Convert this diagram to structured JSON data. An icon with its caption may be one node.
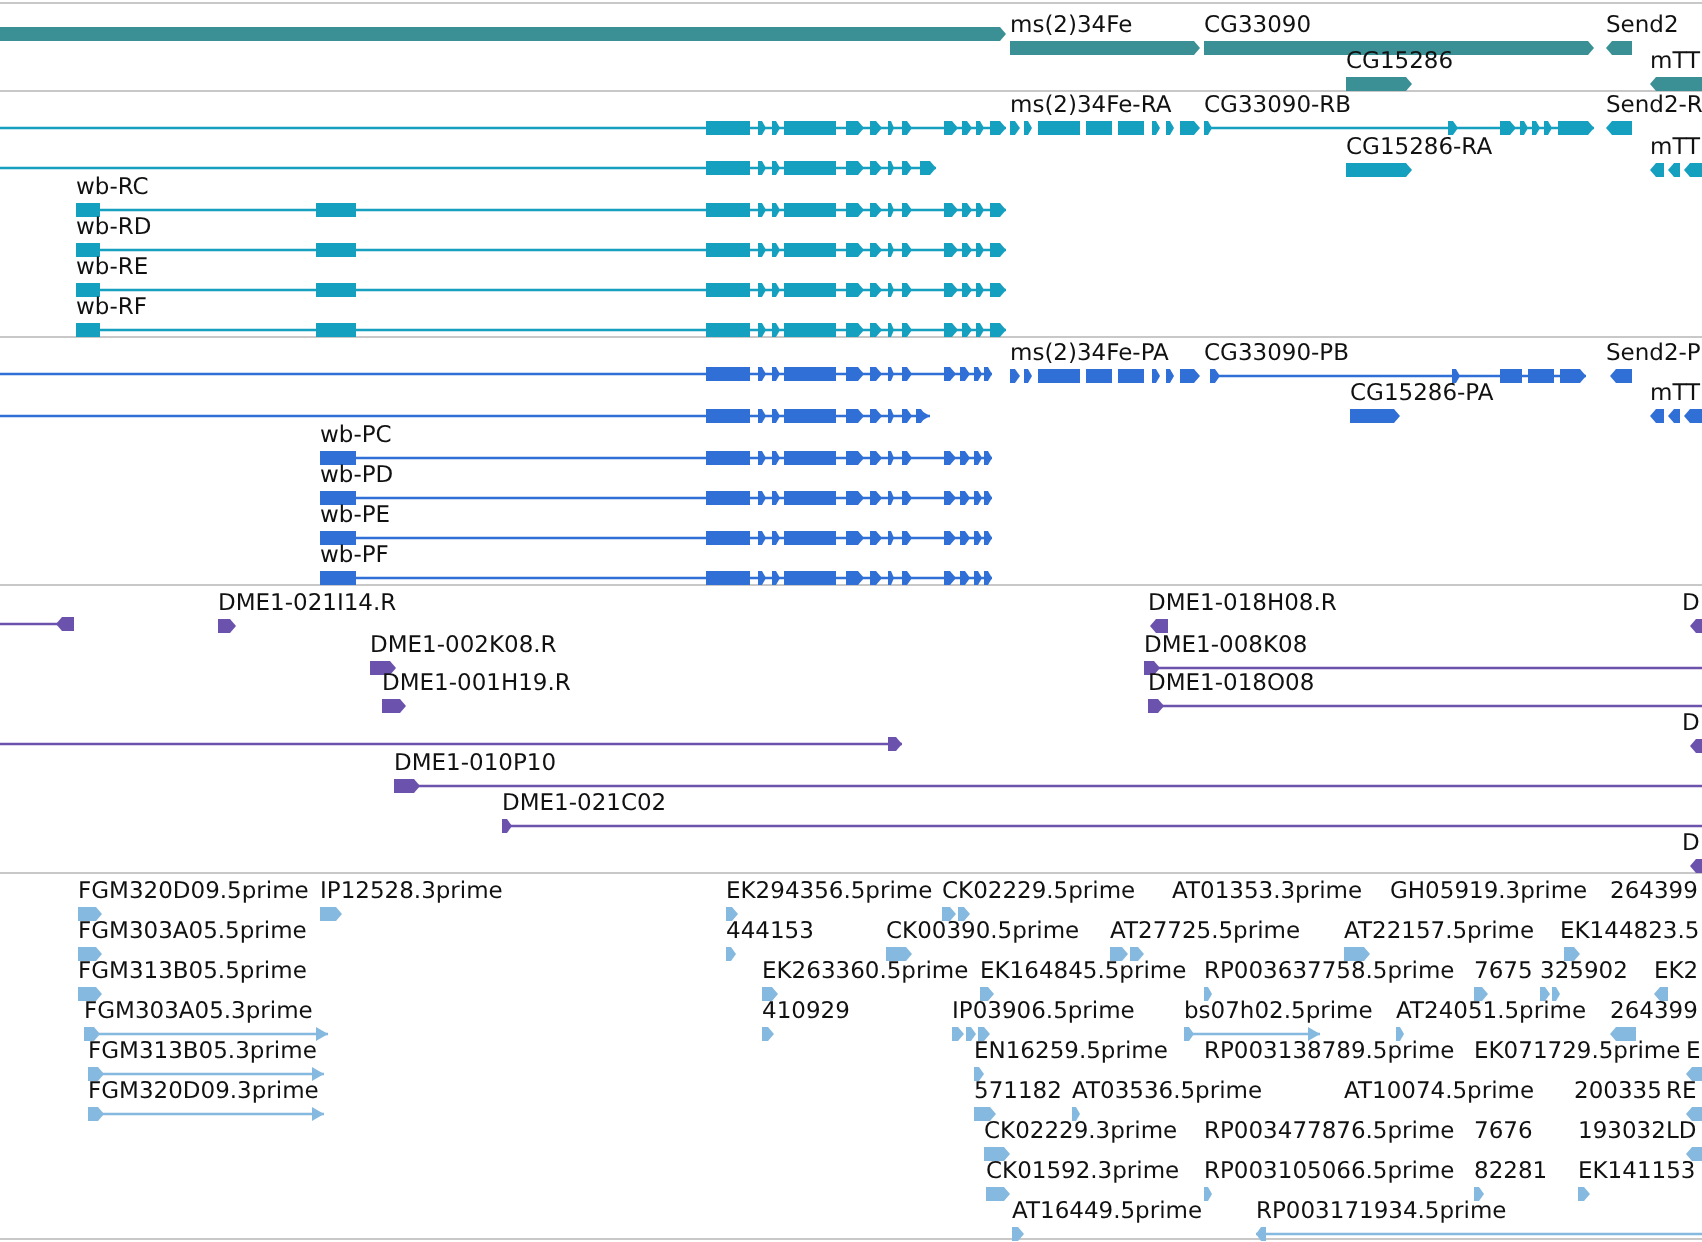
{
  "diagram": {
    "nodes": [
      {
        "text": [],
        "shape": "bar"
      },
      {
        "text": [
          "ms(2)34Fe"
        ]
      },
      {
        "text": [
          "CG33090"
        ]
      },
      {
        "text": [
          "Send2"
        ]
      },
      {
        "text": [
          "CG15286"
        ]
      },
      {
        "text": [
          "mTT"
        ]
      },
      {
        "text": [],
        "shape": "bar"
      },
      {
        "text": [
          "ms(2)34Fe-RA"
        ]
      },
      {
        "text": [
          "CG33090-RB"
        ]
      },
      {
        "text": [
          "Send2-R"
        ]
      },
      {
        "text": [
          "CG15286-RA"
        ]
      },
      {
        "text": [
          "mTT"
        ]
      },
      {
        "text": [],
        "shape": "bar"
      },
      {
        "text": [
          "wb-RC"
        ]
      },
      {
        "text": [
          "wb-RD"
        ]
      },
      {
        "text": [
          "wb-RE"
        ]
      },
      {
        "text": [
          "wb-RF"
        ]
      },
      {
        "text": [],
        "shape": "bar"
      },
      {
        "text": [
          "ms(2)34Fe-PA"
        ]
      },
      {
        "text": [
          "CG33090-PB"
        ]
      },
      {
        "text": [
          "Send2-P"
        ]
      },
      {
        "text": [
          "CG15286-PA"
        ]
      },
      {
        "text": [
          "mTT"
        ]
      },
      {
        "text": [],
        "shape": "bar"
      },
      {
        "text": [
          "wb-PC"
        ]
      },
      {
        "text": [
          "wb-PD"
        ]
      },
      {
        "text": [
          "wb-PE"
        ]
      },
      {
        "text": [
          "wb-PF"
        ]
      },
      {
        "text": [],
        "shape": "bar"
      },
      {
        "text": [
          "DME1-021I14.R"
        ]
      },
      {
        "text": [
          "DME1-018H08.R"
        ]
      },
      {
        "text": [
          "D"
        ]
      },
      {
        "text": [
          "DME1-002K08.R"
        ]
      },
      {
        "text": [
          "DME1-008K08"
        ]
      },
      {
        "text": [
          "DME1-001H19.R"
        ]
      },
      {
        "text": [
          "DME1-018O08"
        ]
      },
      {
        "text": [],
        "shape": "bar"
      },
      {
        "text": [
          "D"
        ]
      },
      {
        "text": [
          "DME1-010P10"
        ]
      },
      {
        "text": [
          "DME1-021C02"
        ]
      },
      {
        "text": [
          "D"
        ]
      },
      {
        "text": [
          "FGM320D09.5prime"
        ]
      },
      {
        "text": [
          "IP12528.3prime"
        ]
      },
      {
        "text": [
          "EK294356.5prime"
        ]
      },
      {
        "text": [
          "CK02229.5prime"
        ]
      },
      {
        "text": [
          "FGM303A05.5prime"
        ]
      },
      {
        "text": [
          "444153"
        ]
      },
      {
        "text": [
          "CK00390.5prime"
        ]
      },
      {
        "text": [
          "AT27725.5prime"
        ]
      },
      {
        "text": [
          "AT22157.5prime"
        ]
      },
      {
        "text": [
          "EK144823.5"
        ]
      },
      {
        "text": [
          "FGM313B05.5prime"
        ]
      },
      {
        "text": [
          "EK263360.5prime"
        ]
      },
      {
        "text": [
          "EK164845.5prime"
        ]
      },
      {
        "text": [
          "RP003637758.5prime"
        ]
      },
      {
        "text": [
          "7675"
        ]
      },
      {
        "text": [
          "325902"
        ]
      },
      {
        "text": [
          "EK2"
        ]
      },
      {
        "text": [
          "FGM303A05.3prime"
        ]
      },
      {
        "text": [
          "410929"
        ]
      },
      {
        "text": [
          "IP03906.5prime"
        ]
      },
      {
        "text": [
          "bs07h02.5prime"
        ]
      },
      {
        "text": [
          "AT24051.5prime"
        ]
      },
      {
        "text": [
          "264399"
        ]
      },
      {
        "text": [
          "FGM313B05.3prime"
        ]
      },
      {
        "text": [
          "EN16259.5prime"
        ]
      },
      {
        "text": [
          "E"
        ]
      },
      {
        "text": [
          "FGM320D09.3prime"
        ]
      },
      {
        "text": [
          "571182"
        ]
      },
      {
        "text": [
          "AT03536.5prime"
        ]
      },
      {
        "text": [
          "RE"
        ]
      },
      {
        "text": [
          "CK02229.3prime"
        ]
      },
      {
        "text": [
          "LD"
        ]
      },
      {
        "text": [
          "CK01592.3prime"
        ]
      },
      {
        "text": [
          "RP003105066.5prime"
        ]
      },
      {
        "text": [
          "82281"
        ]
      },
      {
        "text": [
          "EK141153"
        ]
      },
      {
        "text": [
          "AT16449.5prime"
        ]
      },
      {
        "text": [
          "RP003171934.5prime"
        ]
      }
    ],
    "labels": [
      "AT01353.3prime",
      "GH05919.3prime",
      "264399",
      "RP003138789.5prime",
      "EK071729.5prime",
      "AT10074.5prime",
      "200335",
      "RP003477876.5prime",
      "7676",
      "193032"
    ]
  }
}
